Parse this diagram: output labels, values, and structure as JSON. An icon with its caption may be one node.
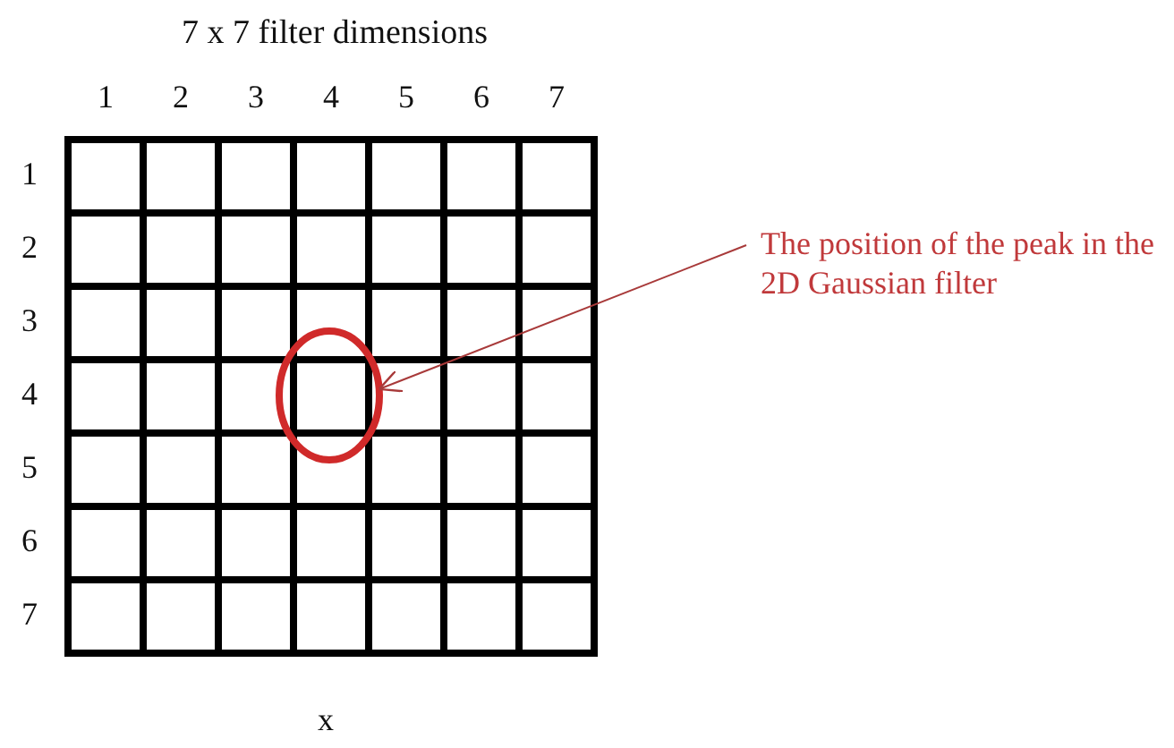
{
  "diagram": {
    "title": "7 x 7 filter dimensions",
    "nodes": [
      {
        "text": [
          "The position of the peak in the 2D Gaussian filter"
        ]
      },
      {
        "text": [],
        "shape": "circle"
      }
    ],
    "edges": [
      {
        "from": 0,
        "to": 1,
        "arrow": "to",
        "color": "#a83a3a"
      }
    ],
    "labels": [
      "1",
      "2",
      "3",
      "4",
      "5",
      "6",
      "7",
      "1",
      "2",
      "3",
      "4",
      "5",
      "6",
      "7",
      "x"
    ]
  }
}
